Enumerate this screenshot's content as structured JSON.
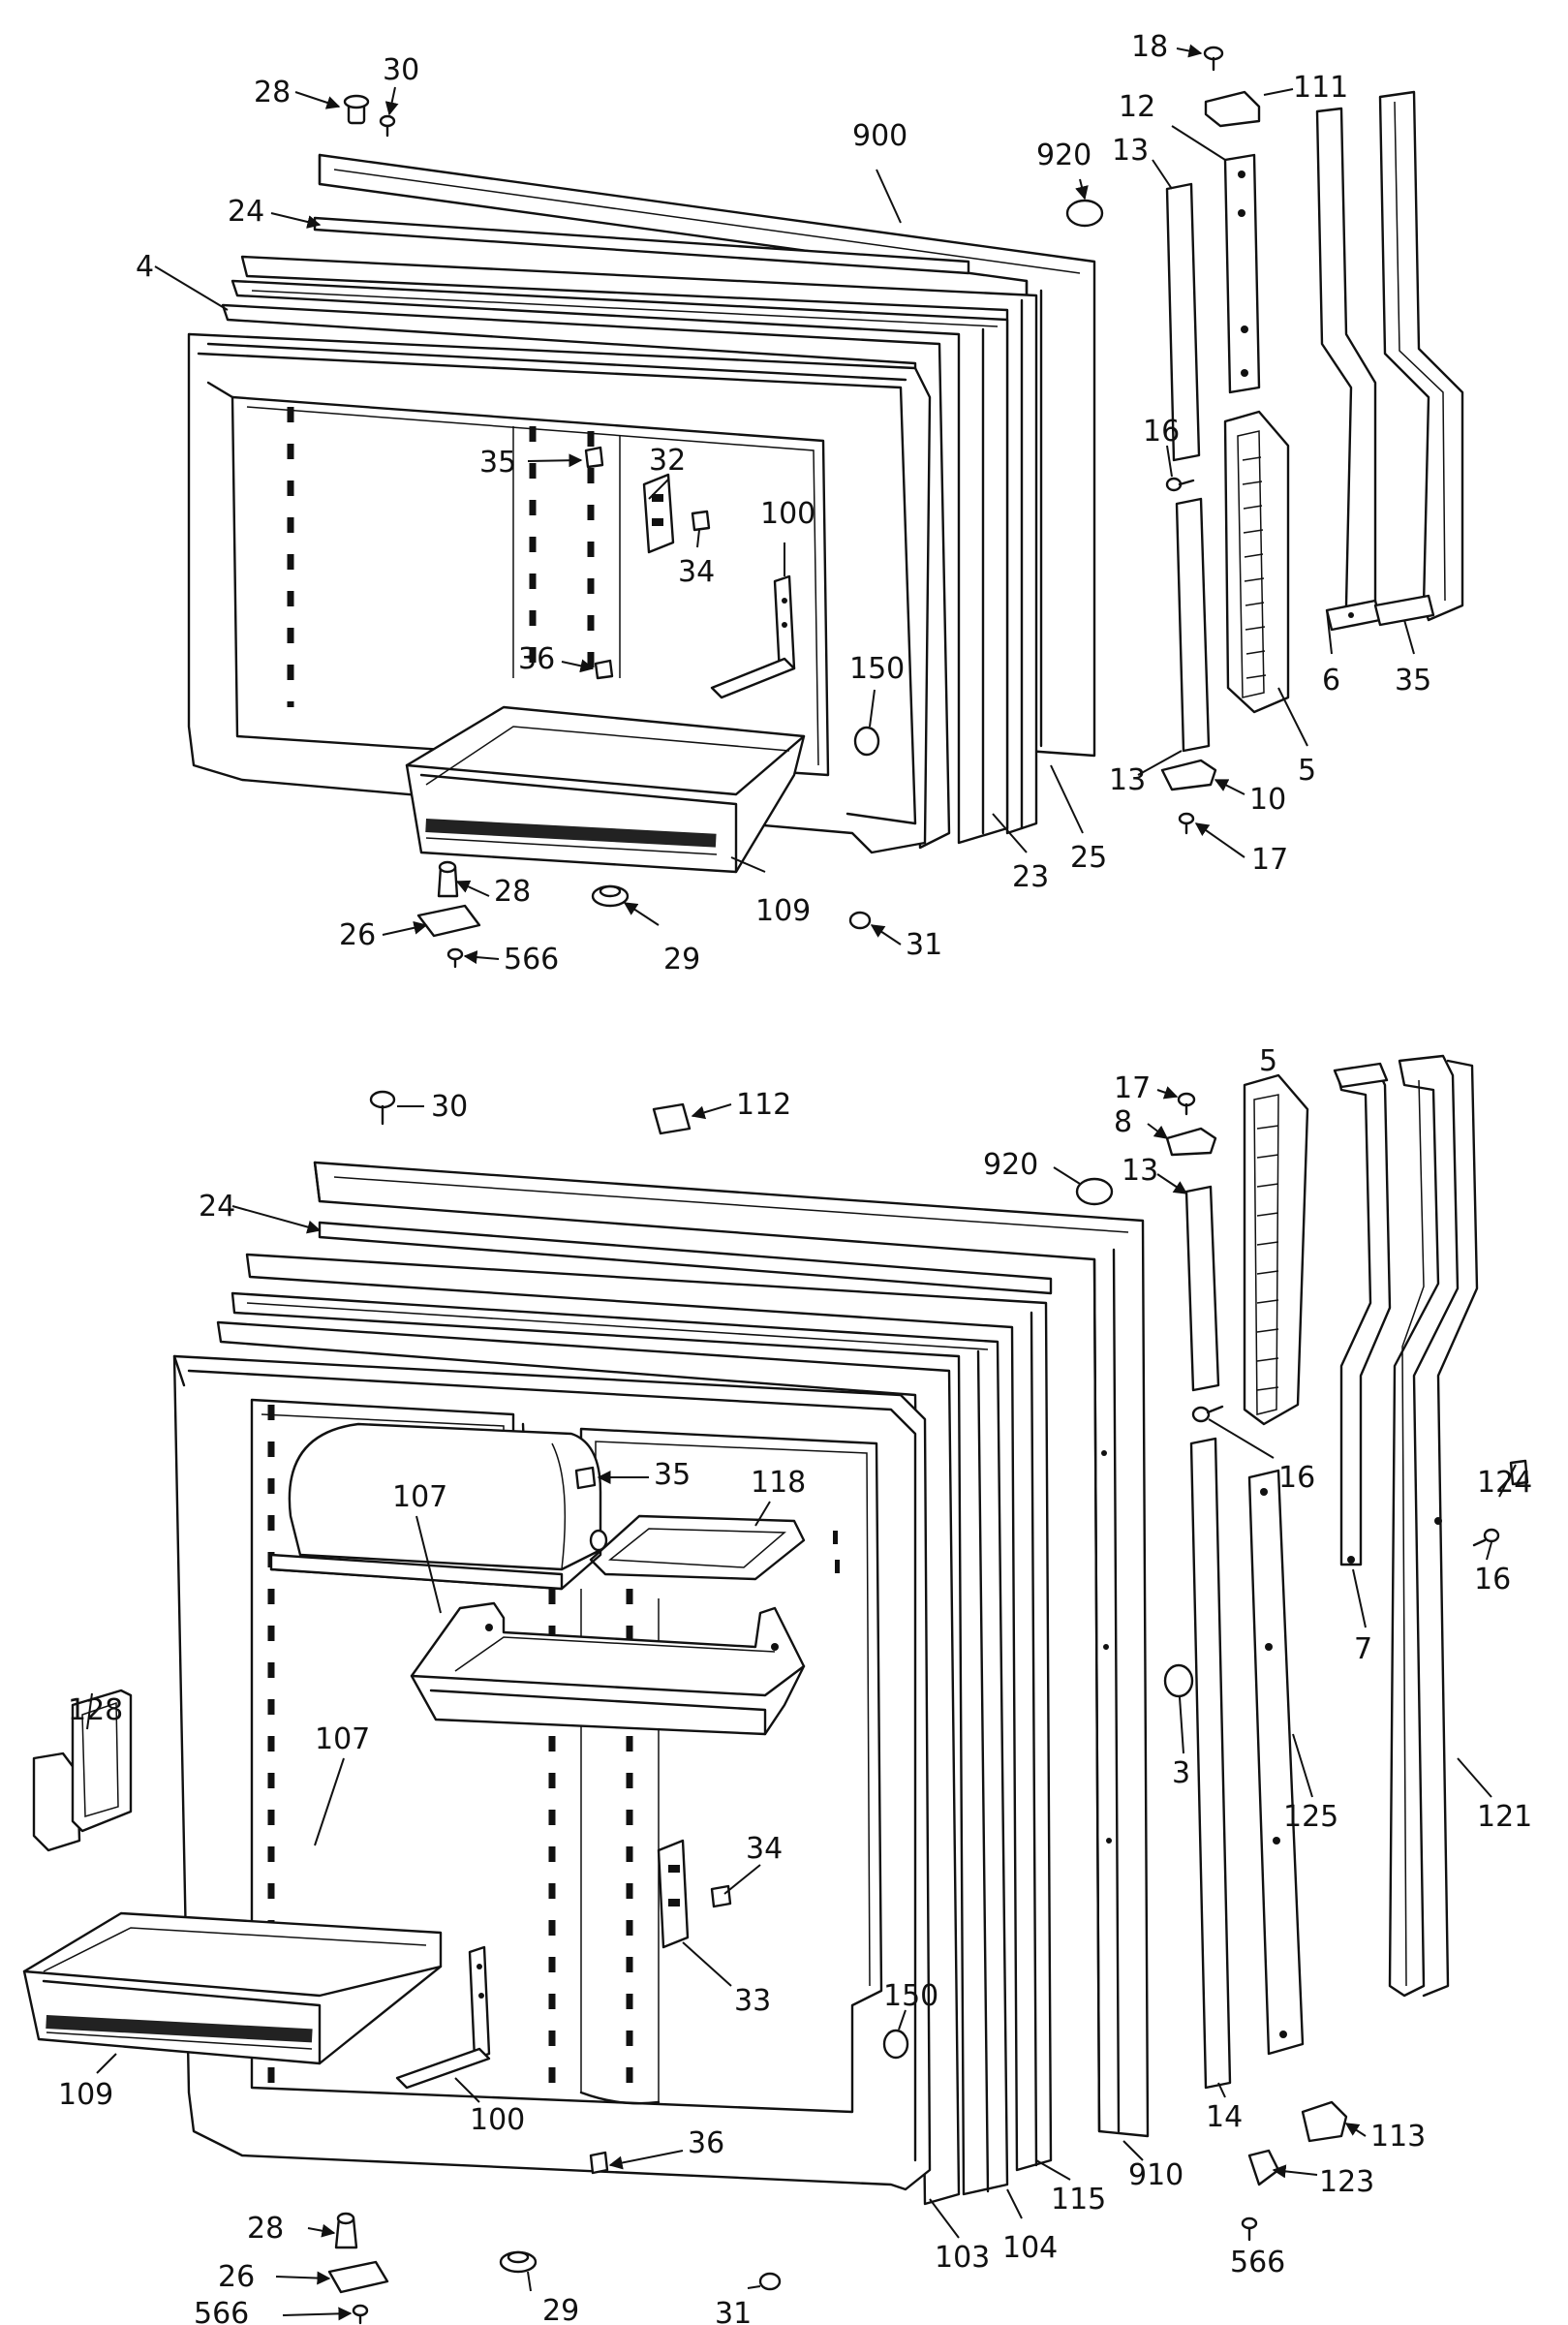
{
  "colors": {
    "ink": "#111111",
    "paper": "#ffffff"
  },
  "freezer_door": {
    "labels": {
      "p28a": "28",
      "p30a": "30",
      "p900": "900",
      "p920a": "920",
      "p18": "18",
      "p111": "111",
      "p12": "12",
      "p13a": "13",
      "p24a": "24",
      "p4": "4",
      "p35a": "35",
      "p32": "32",
      "p34a": "34",
      "p100a": "100",
      "p36a": "36",
      "p150a": "150",
      "p16a": "16",
      "p6": "6",
      "p35b": "35",
      "p5a": "5",
      "p13b": "13",
      "p10": "10",
      "p17a": "17",
      "p25": "25",
      "p23": "23",
      "p109a": "109",
      "p28b": "28",
      "p26a": "26",
      "p566a": "566",
      "p29a": "29",
      "p31a": "31"
    }
  },
  "fresh_food_door": {
    "labels": {
      "p30b": "30",
      "p112": "112",
      "p17b": "17",
      "p5b": "5",
      "p8": "8",
      "p920b": "920",
      "p13c": "13",
      "p24b": "24",
      "p35c": "35",
      "p118": "118",
      "p107a": "107",
      "p107b": "107",
      "p128": "128",
      "p16b": "16",
      "p124": "124",
      "p16c": "16",
      "p7": "7",
      "p3": "3",
      "p125": "125",
      "p121": "121",
      "p34b": "34",
      "p33": "33",
      "p150b": "150",
      "p109b": "109",
      "p100b": "100",
      "p36b": "36",
      "p14": "14",
      "p113": "113",
      "p123": "123",
      "p910": "910",
      "p115": "115",
      "p28c": "28",
      "p26b": "26",
      "p566b": "566",
      "p566c": "566",
      "p29b": "29",
      "p31b": "31",
      "p103": "103",
      "p104": "104"
    }
  }
}
